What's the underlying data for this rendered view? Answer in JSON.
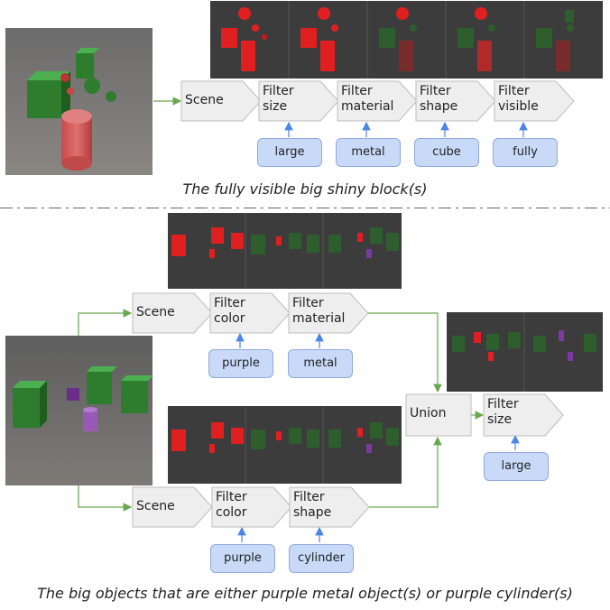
{
  "top": {
    "chain": [
      {
        "label": "Scene"
      },
      {
        "label": "Filter\nsize",
        "arg": "large"
      },
      {
        "label": "Filter\nmaterial",
        "arg": "metal"
      },
      {
        "label": "Filter\nshape",
        "arg": "cube"
      },
      {
        "label": "Filter\nvisible",
        "arg": "fully"
      }
    ],
    "caption": "The fully visible big shiny block(s)"
  },
  "bottom": {
    "chain_a": [
      {
        "label": "Scene"
      },
      {
        "label": "Filter\ncolor",
        "arg": "purple"
      },
      {
        "label": "Filter\nmaterial",
        "arg": "metal"
      }
    ],
    "chain_b": [
      {
        "label": "Scene"
      },
      {
        "label": "Filter\ncolor",
        "arg": "purple"
      },
      {
        "label": "Filter\nshape",
        "arg": "cylinder"
      }
    ],
    "union": {
      "label": "Union"
    },
    "final": {
      "label": "Filter\nsize",
      "arg": "large"
    },
    "caption": "The big objects that are either purple metal object(s) or purple cylinder(s)"
  },
  "colors": {
    "chevron_fill": "#eeeeee",
    "chevron_stroke": "#bdbdbd",
    "arg_fill": "#c9daf8",
    "green_arrow": "#6aa84f",
    "blue_arrow": "#4a86e8"
  }
}
